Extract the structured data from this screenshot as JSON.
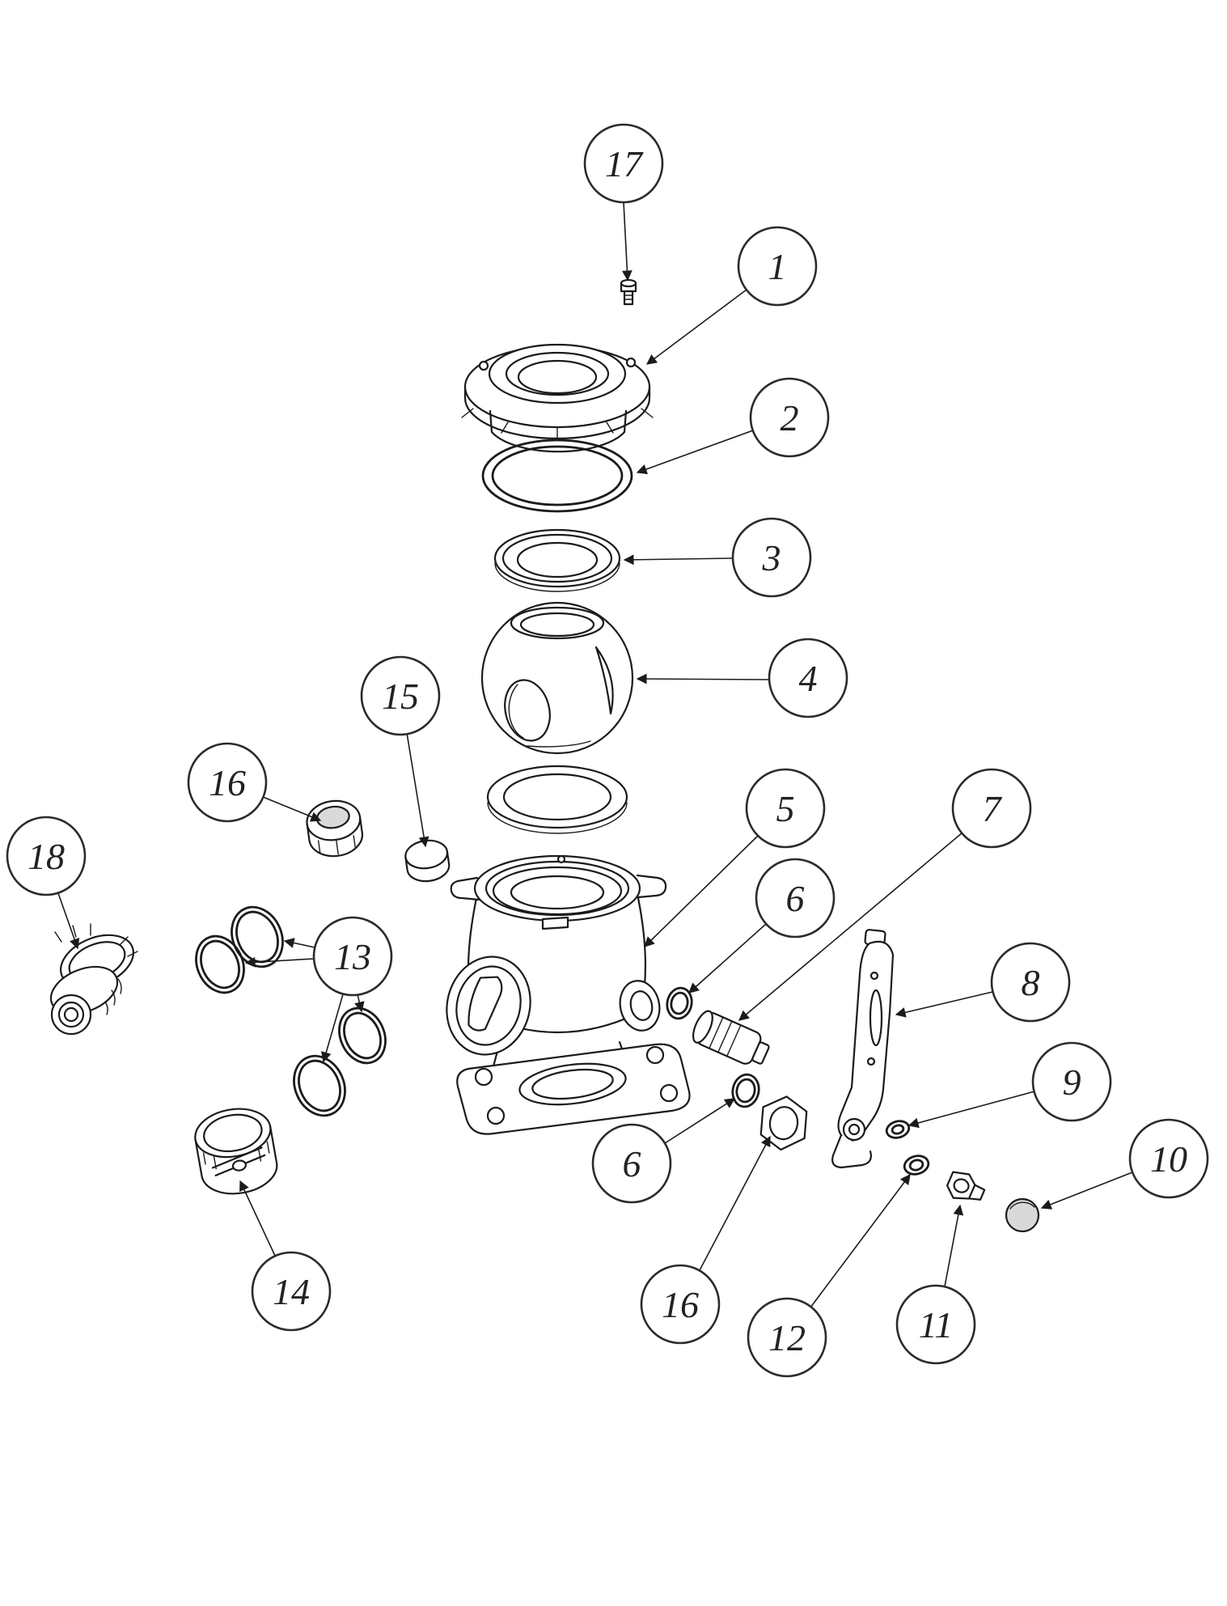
{
  "diagram": {
    "kind": "exploded-view parts diagram",
    "background_color": "#ffffff",
    "line_color": "#1b1b1b",
    "callouts": [
      {
        "label": "17"
      },
      {
        "label": "1"
      },
      {
        "label": "2"
      },
      {
        "label": "3"
      },
      {
        "label": "4"
      },
      {
        "label": "15"
      },
      {
        "label": "16"
      },
      {
        "label": "18"
      },
      {
        "label": "13"
      },
      {
        "label": "5"
      },
      {
        "label": "6"
      },
      {
        "label": "7"
      },
      {
        "label": "8"
      },
      {
        "label": "9"
      },
      {
        "label": "10"
      },
      {
        "label": "11"
      },
      {
        "label": "12"
      },
      {
        "label": "16"
      },
      {
        "label": "6"
      },
      {
        "label": "14"
      }
    ]
  }
}
